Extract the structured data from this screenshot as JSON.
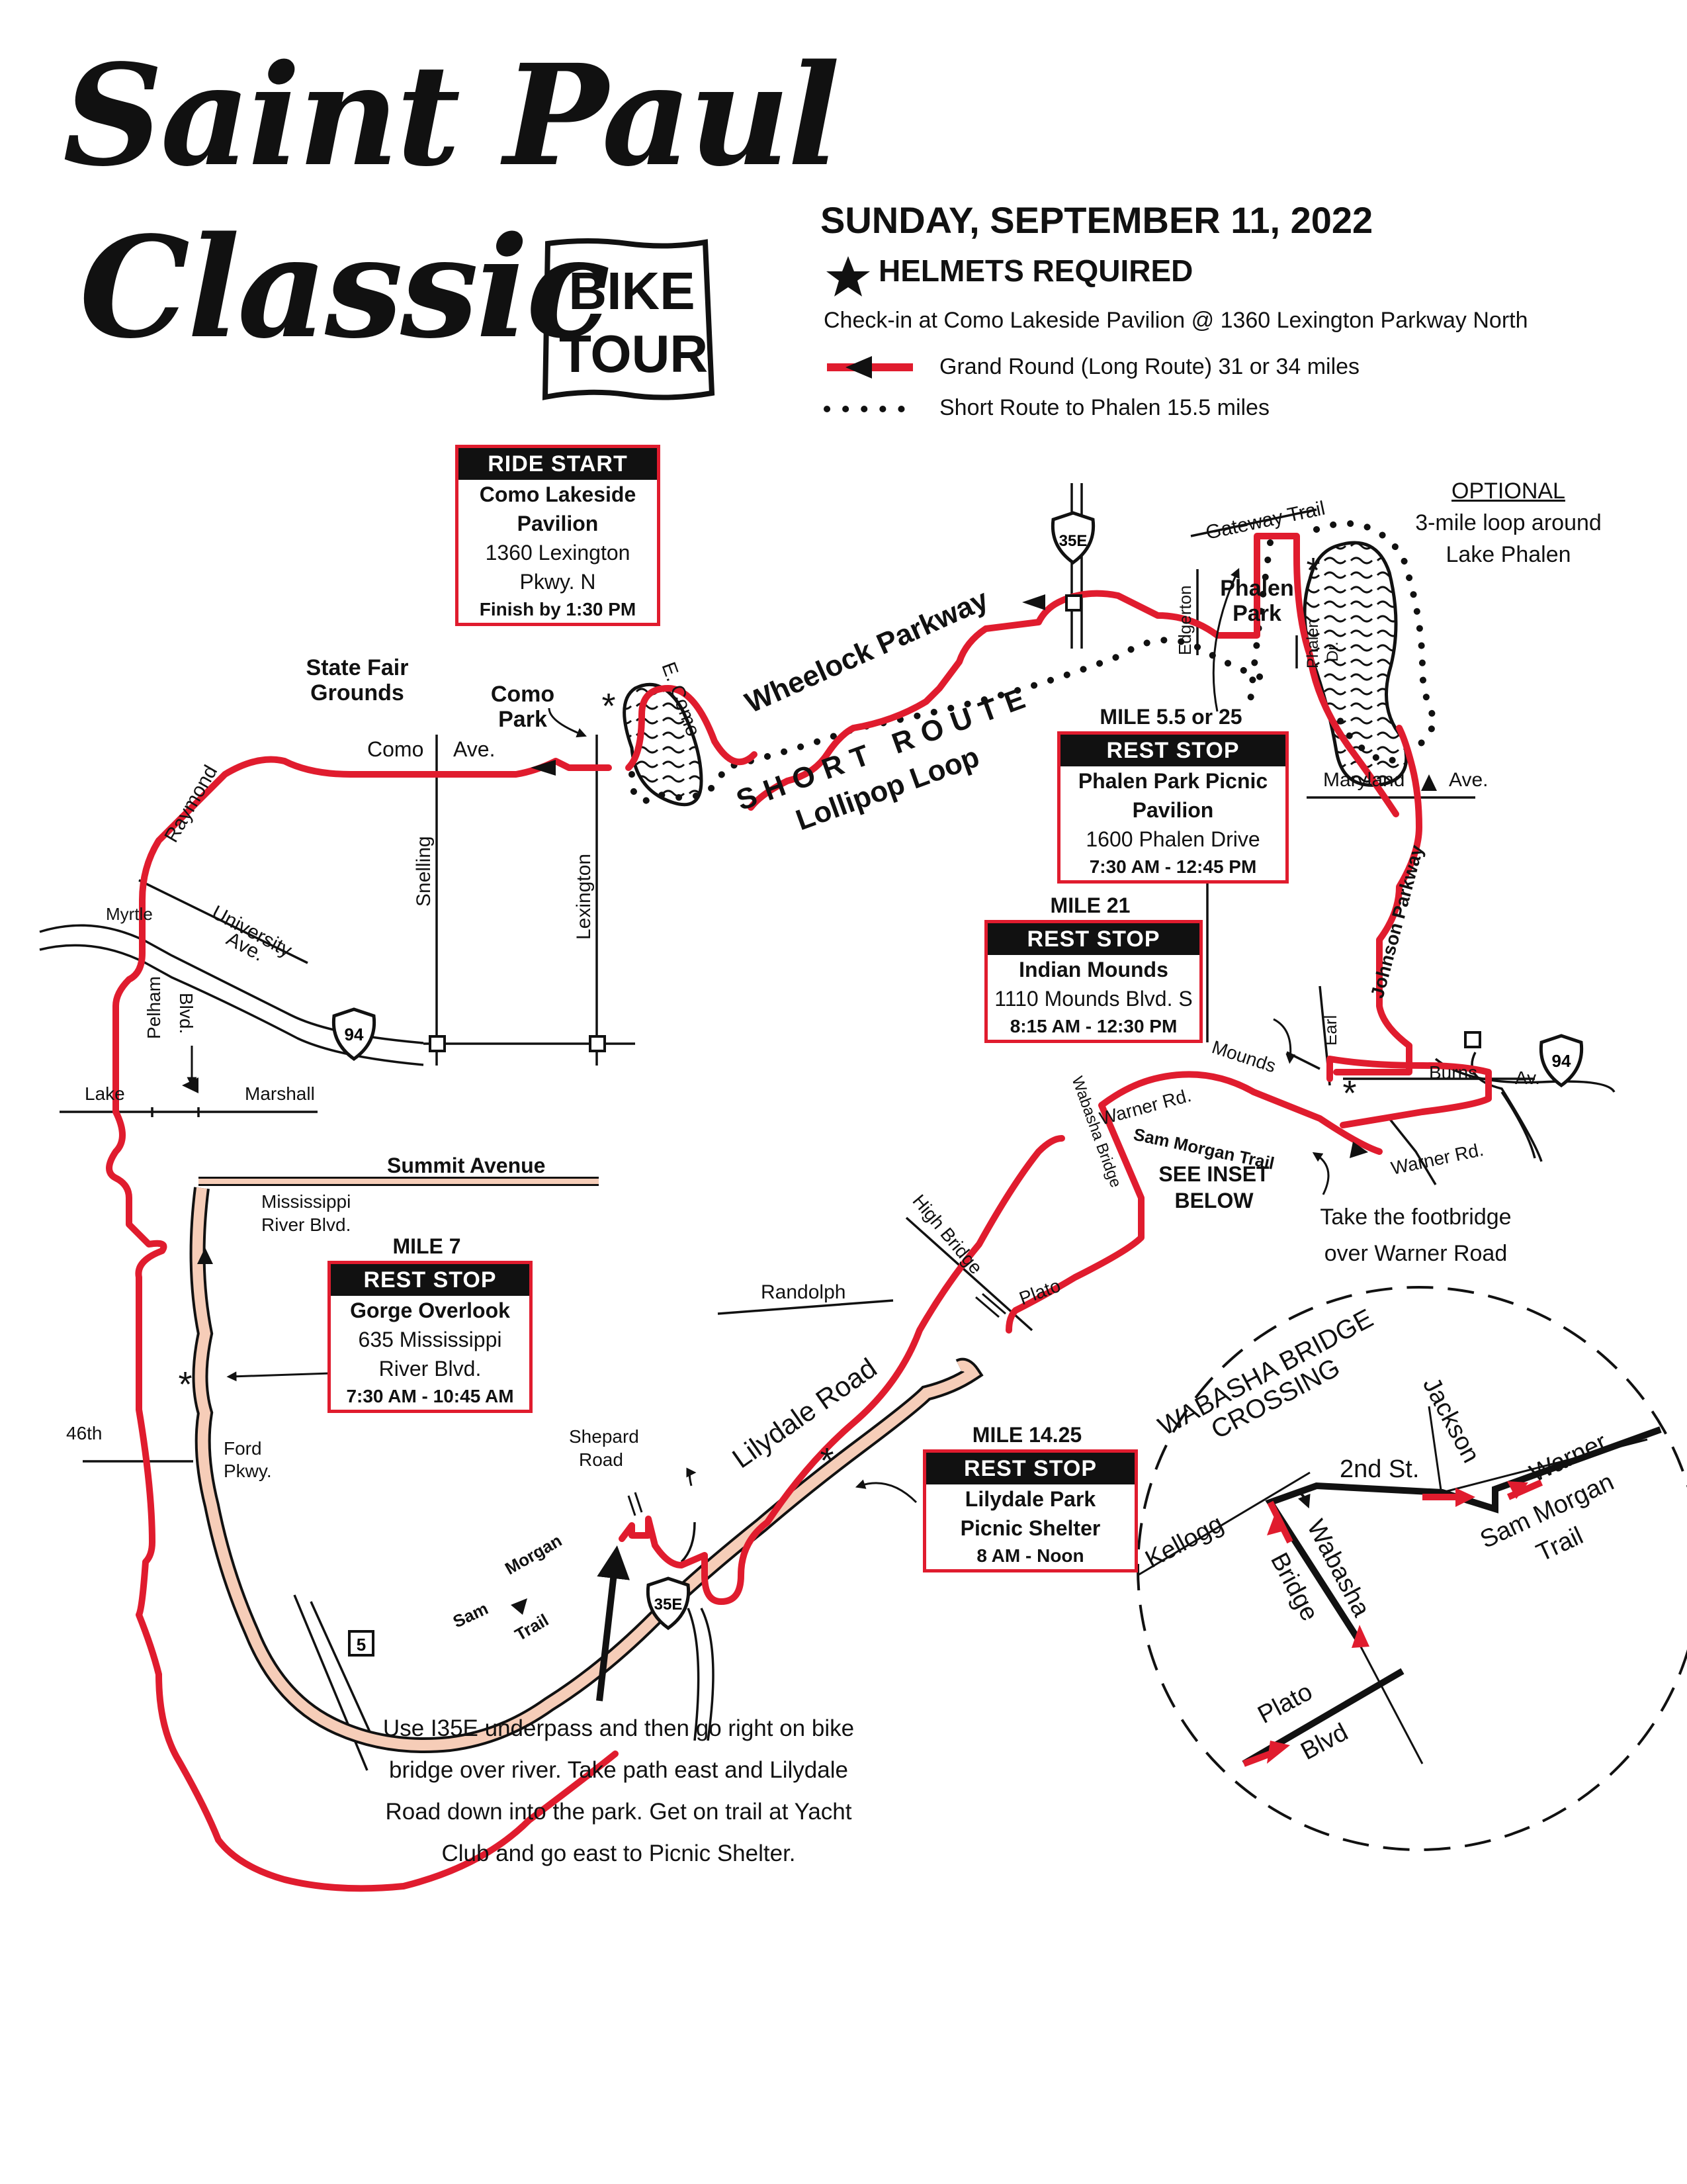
{
  "title": {
    "line1": "Saint Paul",
    "line2": "Classic",
    "badge1": "BIKE",
    "badge2": "TOUR"
  },
  "header": {
    "date": "SUNDAY, SEPTEMBER 11, 2022",
    "helmets": "HELMETS REQUIRED",
    "checkin": "Check-in at Como Lakeside Pavilion @ 1360 Lexington Parkway North"
  },
  "legend": {
    "long_route": "Grand Round (Long Route) 31 or 34 miles",
    "short_route": "Short Route to Phalen 15.5 miles",
    "long_route_color": "#e01c2e",
    "short_route_color": "#111111"
  },
  "stops": {
    "ride_start": {
      "header": "RIDE START",
      "name1": "Como Lakeside",
      "name2": "Pavilion",
      "addr1": "1360 Lexington",
      "addr2": "Pkwy. N",
      "time": "Finish by 1:30 PM"
    },
    "phalen": {
      "mile": "MILE 5.5 or 25",
      "header": "REST STOP",
      "name1": "Phalen Park Picnic",
      "name2": "Pavilion",
      "addr": "1600 Phalen Drive",
      "time": "7:30 AM - 12:45 PM"
    },
    "indian_mounds": {
      "mile": "MILE 21",
      "header": "REST STOP",
      "name": "Indian Mounds",
      "addr": "1110 Mounds Blvd. S",
      "time": "8:15 AM - 12:30 PM"
    },
    "gorge": {
      "mile": "MILE 7",
      "header": "REST STOP",
      "name": "Gorge Overlook",
      "addr1": "635 Mississippi",
      "addr2": "River Blvd.",
      "time": "7:30 AM - 10:45 AM"
    },
    "lilydale": {
      "mile": "MILE 14.25",
      "header": "REST STOP",
      "name1": "Lilydale Park",
      "name2": "Picnic Shelter",
      "time": "8 AM - Noon"
    }
  },
  "optional": {
    "title": "OPTIONAL",
    "line1": "3-mile loop around",
    "line2": "Lake Phalen"
  },
  "labels": {
    "state_fair1": "State Fair",
    "state_fair2": "Grounds",
    "como_park1": "Como",
    "como_park2": "Park",
    "como": "Como",
    "ave": "Ave.",
    "e_como": "E. Como",
    "wheelock": "Wheelock Parkway",
    "short_route": "SHORT ROUTE",
    "lollipop": "Lollipop Loop",
    "raymond": "Raymond",
    "snelling": "Snelling",
    "lexington": "Lexington",
    "myrtle": "Myrtle",
    "university1": "University",
    "university2": "Ave.",
    "pelham1": "Pelham",
    "pelham2": "Blvd.",
    "lake": "Lake",
    "marshall": "Marshall",
    "summit": "Summit Avenue",
    "miss1": "Mississippi",
    "miss2": "River Blvd.",
    "n46": "46th",
    "ford1": "Ford",
    "ford2": "Pkwy.",
    "randolph": "Randolph",
    "high_bridge": "High Bridge",
    "plato": "Plato",
    "lilydale_road": "Lilydale Road",
    "shepard1": "Shepard",
    "shepard2": "Road",
    "sam": "Sam",
    "morgan": "Morgan",
    "trail": "Trail",
    "gateway": "Gateway Trail",
    "edgerton": "Edgerton",
    "phalen_park1": "Phalen",
    "phalen_park2": "Park",
    "phalen_dr1": "Phalen",
    "phalen_dr2": "Dr.",
    "maryland": "Maryland",
    "johnson": "Johnson Parkway",
    "earl": "Earl",
    "mounds": "Mounds",
    "burns": "Burns",
    "av": "Av.",
    "warner_rd": "Warner Rd.",
    "wabasha_bridge": "Wabasha Bridge",
    "sam_morgan_trail": "Sam Morgan Trail",
    "see_inset1": "SEE INSET",
    "see_inset2": "BELOW",
    "footbridge1": "Take the footbridge",
    "footbridge2": "over Warner Road",
    "hw35e": "35E",
    "hw94": "94",
    "hw5": "5"
  },
  "underpass_note": [
    "Use I35E underpass and then go right on bike",
    "bridge over river. Take path east and Lilydale",
    "Road down into the park. Get on trail at Yacht",
    "Club and go east to Picnic Shelter."
  ],
  "inset": {
    "title1": "WABASHA BRIDGE",
    "title2": "CROSSING",
    "kellogg": "Kellogg",
    "second_st": "2nd St.",
    "jackson": "Jackson",
    "warner": "Warner",
    "sam_morgan": "Sam Morgan",
    "trail": "Trail",
    "wabasha": "Wabasha",
    "bridge": "Bridge",
    "plato": "Plato",
    "blvd": "Blvd"
  }
}
